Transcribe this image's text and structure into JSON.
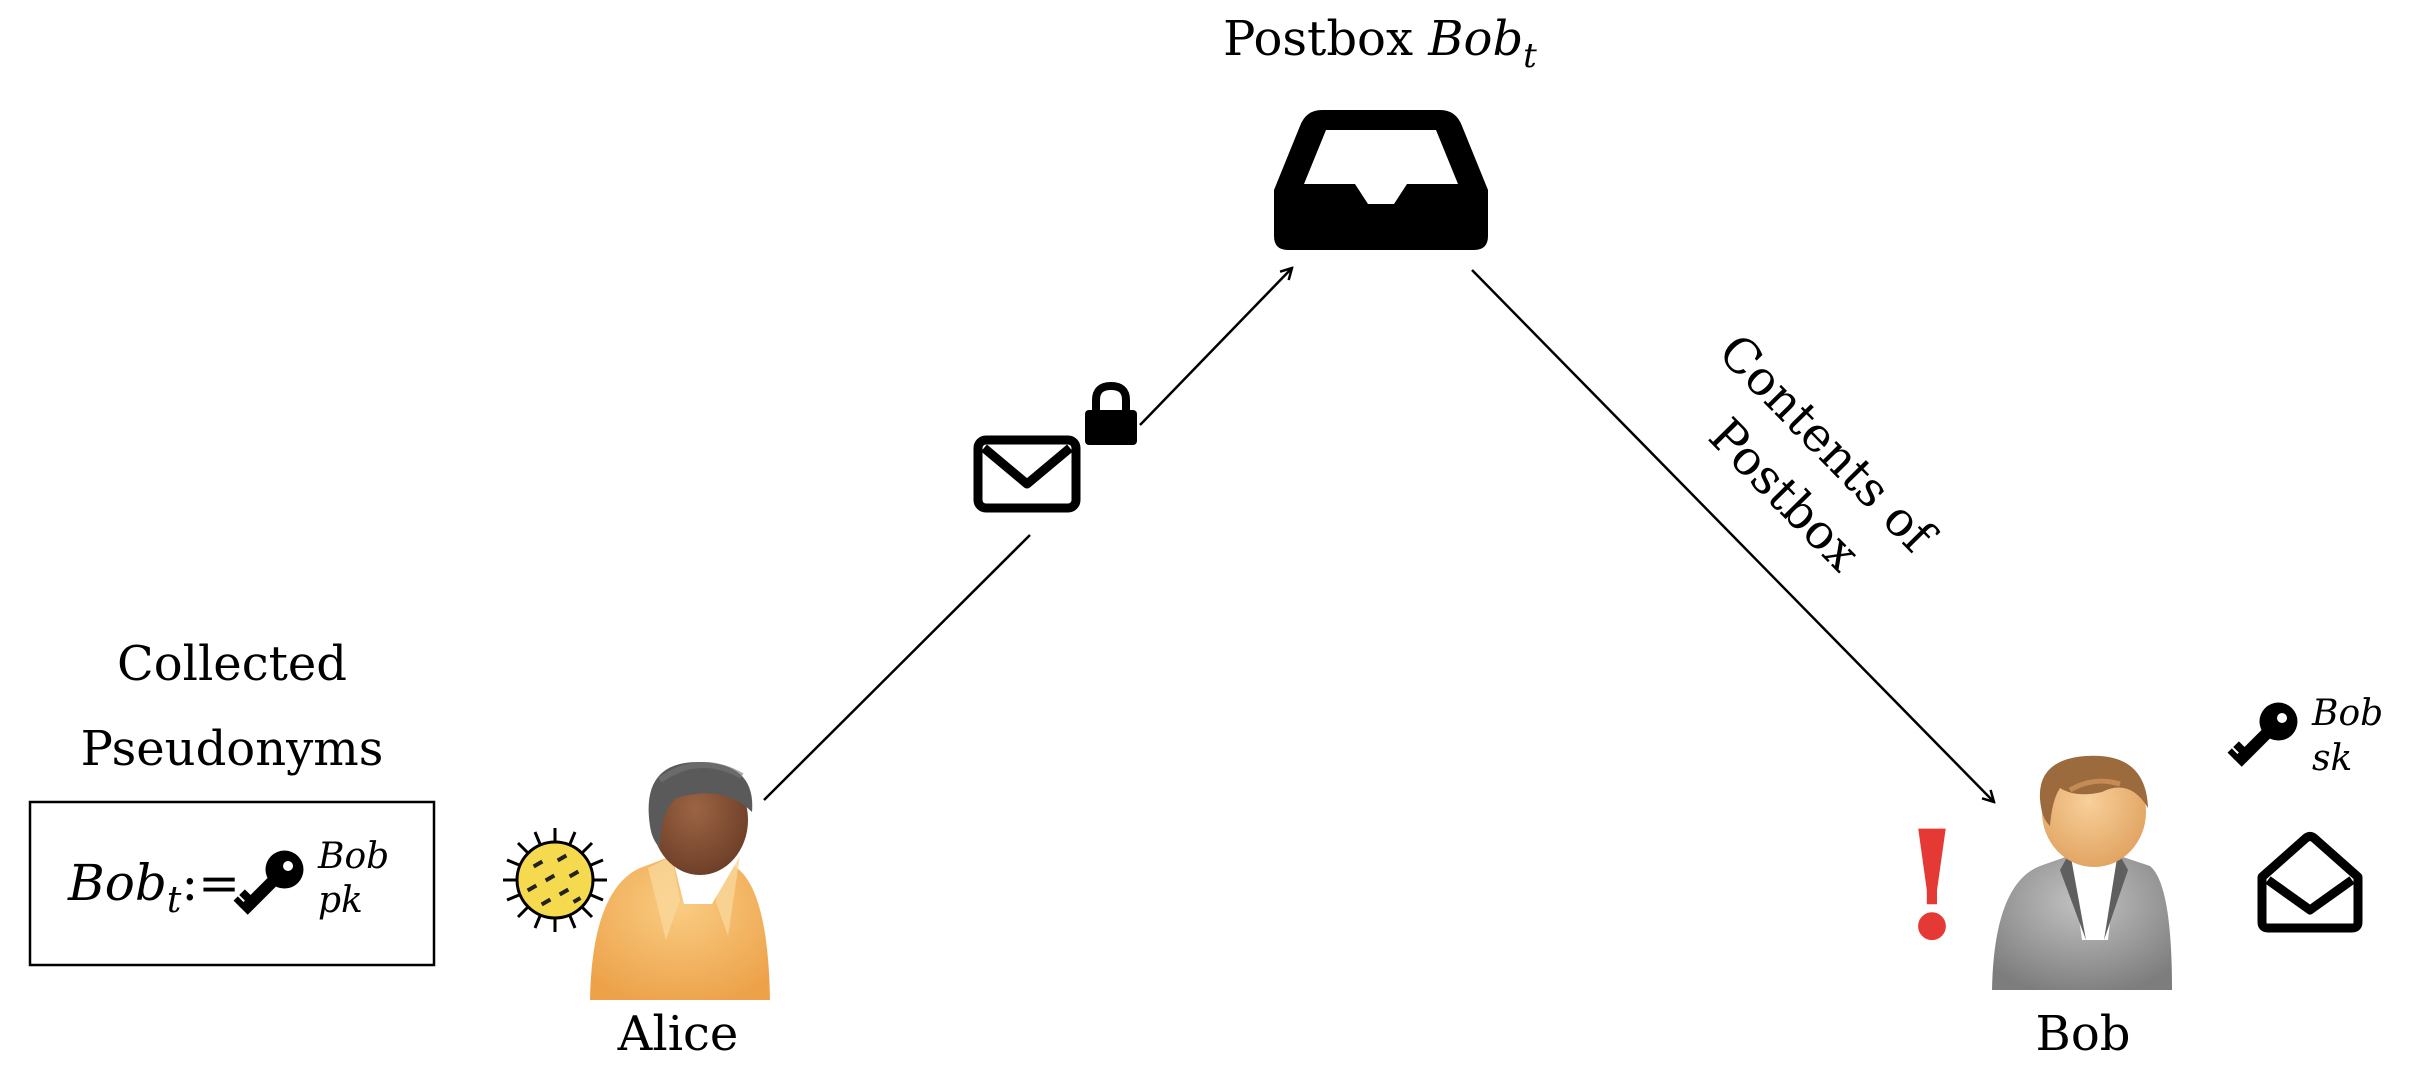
{
  "postbox": {
    "label": "Postbox ",
    "name": "Bob",
    "subscript": "t"
  },
  "edge_postbox_to_bob": {
    "line1": "Contents of",
    "line2": "Postbox"
  },
  "pseudonyms": {
    "heading_line1": "Collected",
    "heading_line2": "Pseudonyms",
    "entry_name": "Bob",
    "entry_subscript": "t",
    "entry_assign": ":=",
    "key_owner": "Bob",
    "key_type": "pk"
  },
  "alice": {
    "name": "Alice"
  },
  "bob": {
    "name": "Bob",
    "alert": "!",
    "key_owner": "Bob",
    "key_type": "sk"
  },
  "colors": {
    "line": "#000000",
    "alert": "#e53935",
    "alice_shirt": "#f3b35c",
    "alice_skin": "#8a5235",
    "alice_hair": "#555555",
    "bob_shirt": "#9e9e9e",
    "bob_skin": "#eeb878",
    "bob_hair": "#9b6a3d",
    "virus": "#f5d94e"
  },
  "icons": {
    "postbox": "inbox-tray-icon",
    "message": "envelope-icon",
    "lock": "lock-icon",
    "key": "key-icon",
    "opened_message": "open-envelope-icon",
    "malware": "virus-icon"
  }
}
